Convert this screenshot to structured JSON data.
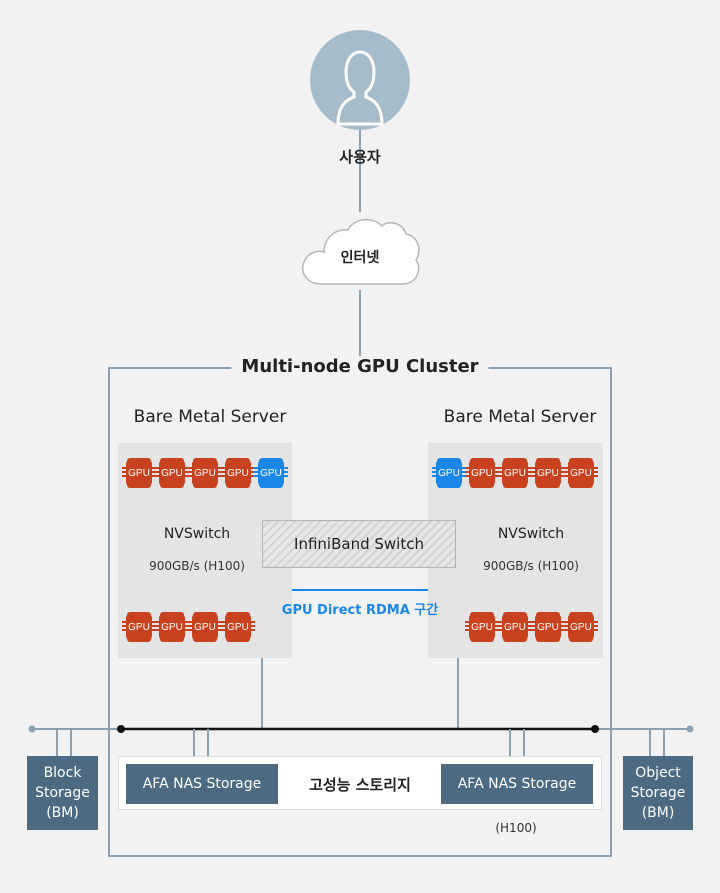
{
  "user": {
    "label": "사용자",
    "icon": "user-icon",
    "color": "#a7bccb"
  },
  "internet": {
    "label": "인터넷",
    "icon": "cloud-icon"
  },
  "cluster": {
    "title": "Multi-node GPU Cluster"
  },
  "servers": [
    {
      "title": "Bare Metal Server",
      "top_gpus": [
        "GPU",
        "GPU",
        "GPU",
        "GPU",
        "GPU"
      ],
      "top_highlight_index": 4,
      "bottom_gpus": [
        "GPU",
        "GPU",
        "GPU",
        "GPU"
      ],
      "nvswitch_label": "NVSwitch",
      "nvswitch_speed": "900GB/s (H100)"
    },
    {
      "title": "Bare Metal Server",
      "top_gpus": [
        "GPU",
        "GPU",
        "GPU",
        "GPU",
        "GPU"
      ],
      "top_highlight_index": 0,
      "bottom_gpus": [
        "GPU",
        "GPU",
        "GPU",
        "GPU"
      ],
      "nvswitch_label": "NVSwitch",
      "nvswitch_speed": "900GB/s (H100)"
    }
  ],
  "infiniband": {
    "label": "InfiniBand Switch"
  },
  "rdma": {
    "label": "GPU Direct RDMA 구간",
    "color": "#1a87e8"
  },
  "storage": {
    "block": {
      "label": "Block\nStorage\n(BM)"
    },
    "object": {
      "label": "Object\nStorage\n(BM)"
    },
    "afa_left": {
      "label": "AFA NAS Storage"
    },
    "afa_right": {
      "label": "AFA NAS Storage"
    },
    "high_perf_label": "고성능 스토리지",
    "note": "(H100)",
    "color": "#4c6a82"
  },
  "colors": {
    "gpu": "#c8421f",
    "gpu_highlight": "#1a87e8",
    "line": "#8aa0b3"
  }
}
